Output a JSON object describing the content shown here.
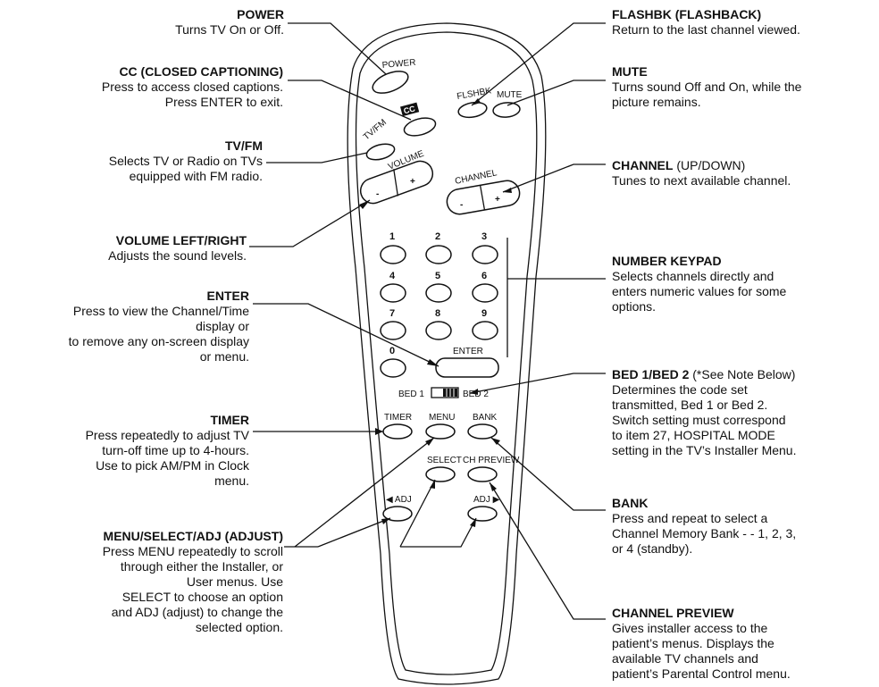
{
  "callouts": {
    "power": {
      "title": "POWER",
      "desc": "Turns TV On or Off."
    },
    "cc": {
      "title": "CC (CLOSED CAPTIONING)",
      "desc1": "Press to access closed captions.",
      "desc2": "Press ENTER to exit."
    },
    "tvfm": {
      "title": "TV/FM",
      "desc1": "Selects TV or Radio on TVs",
      "desc2": "equipped with FM radio."
    },
    "volume": {
      "title": "VOLUME LEFT/RIGHT",
      "desc": "Adjusts the sound levels."
    },
    "enter": {
      "title": "ENTER",
      "desc1": "Press to view the Channel/Time",
      "desc2": "display or",
      "desc3": "to remove any on-screen display",
      "desc4": "or menu."
    },
    "timer": {
      "title": "TIMER",
      "desc1": "Press repeatedly to adjust TV",
      "desc2": "turn-off time up to 4-hours.",
      "desc3": "Use to pick AM/PM in Clock",
      "desc4": "menu."
    },
    "menu_select": {
      "title": "MENU/SELECT/ADJ (ADJUST)",
      "desc1": "Press MENU repeatedly to scroll",
      "desc2": "through either the Installer, or",
      "desc3": "User menus. Use",
      "desc4": "SELECT to choose an option",
      "desc5": "and ADJ (adjust) to change the",
      "desc6": "selected option."
    },
    "flashbk": {
      "title": "FLASHBK (FLASHBACK)",
      "desc": "Return to the last channel viewed."
    },
    "mute": {
      "title": "MUTE",
      "desc1": "Turns sound Off and On, while the",
      "desc2": "picture remains."
    },
    "channel": {
      "title": "CHANNEL",
      "title_suffix": " (UP/DOWN)",
      "desc": "Tunes to next available channel."
    },
    "keypad": {
      "title": "NUMBER KEYPAD",
      "desc1": "Selects channels directly and",
      "desc2": "enters numeric values for some",
      "desc3": "options."
    },
    "bed": {
      "title": "BED 1/BED 2",
      "title_suffix": " (*See Note Below)",
      "desc1": "Determines the code set",
      "desc2": "transmitted, Bed 1 or Bed 2.",
      "desc3": "Switch setting must correspond",
      "desc4": "to item 27, HOSPITAL MODE",
      "desc5": "setting in the TV’s Installer Menu."
    },
    "bank": {
      "title": "BANK",
      "desc1": "Press and repeat to select a",
      "desc2": "Channel Memory Bank - - 1, 2, 3,",
      "desc3": "or 4 (standby)."
    },
    "preview": {
      "title": "CHANNEL PREVIEW",
      "desc1": "Gives installer access to the",
      "desc2": "patient’s menus. Displays the",
      "desc3": "available TV channels and",
      "desc4": "patient’s Parental Control menu."
    }
  },
  "remote": {
    "power": "POWER",
    "cc": "CC",
    "flashbk": "FLSHBK",
    "mute": "MUTE",
    "tvfm": "TV/FM",
    "volume": "VOLUME",
    "channel": "CHANNEL",
    "minus": "-",
    "plus": "+",
    "digits": [
      "1",
      "2",
      "3",
      "4",
      "5",
      "6",
      "7",
      "8",
      "9",
      "0"
    ],
    "enter": "ENTER",
    "bed1": "BED 1",
    "bed2": "BED 2",
    "timer": "TIMER",
    "menu": "MENU",
    "bank": "BANK",
    "select": "SELECT",
    "chpreview": "CH PREVIEW",
    "adj_left": "◀ ADJ",
    "adj_right": "ADJ ▶"
  }
}
